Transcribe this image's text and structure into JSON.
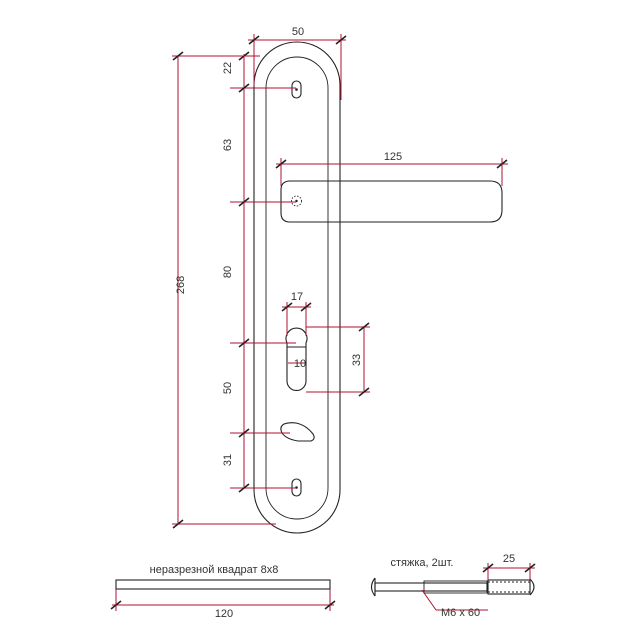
{
  "dimensions": {
    "plate_width": "50",
    "hole_top_offset": "22",
    "hole_to_handle": "63",
    "handle_to_cylinder": "80",
    "cylinder_to_turn": "50",
    "turn_to_bottom_hole": "31",
    "total_height": "268",
    "handle_length": "125",
    "cylinder_width": "17",
    "cylinder_bottom_width": "10",
    "cylinder_height": "33"
  },
  "spindle": {
    "caption": "неразрезной квадрат 8х8",
    "length": "120"
  },
  "bolts": {
    "caption": "стяжка, 2шт.",
    "sleeve_length": "25",
    "thread_label": "М6 х 60"
  },
  "colors": {
    "line": "#222222",
    "dimension_line": "#b01030",
    "text": "#333333"
  }
}
